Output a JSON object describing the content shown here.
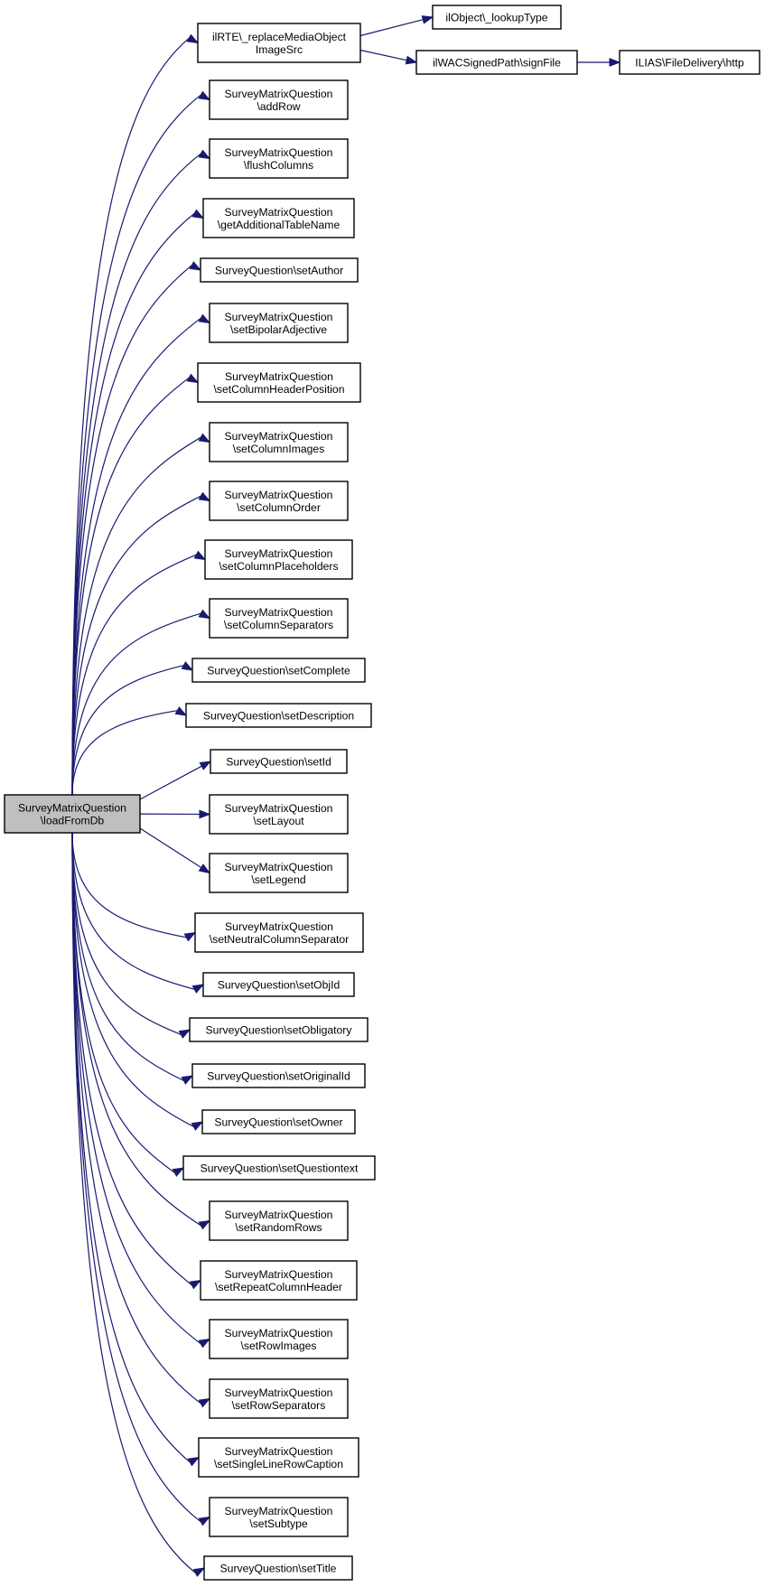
{
  "diagram": {
    "type": "call-graph",
    "colors": {
      "edge": "#191970",
      "root_fill": "#bfbfbf",
      "node_fill": "#ffffff",
      "border": "#000000"
    },
    "nodes": [
      {
        "id": "root",
        "lines": [
          "SurveyMatrixQuestion",
          "\\loadFromDb"
        ],
        "highlighted": true
      },
      {
        "id": "n_rte",
        "lines": [
          "ilRTE\\_replaceMediaObject",
          "ImageSrc"
        ]
      },
      {
        "id": "n_lookup",
        "lines": [
          "ilObject\\_lookupType"
        ]
      },
      {
        "id": "n_signfile",
        "lines": [
          "ilWACSignedPath\\signFile"
        ]
      },
      {
        "id": "n_http",
        "lines": [
          "ILIAS\\FileDelivery\\http"
        ]
      },
      {
        "id": "n_addrow",
        "lines": [
          "SurveyMatrixQuestion",
          "\\addRow"
        ]
      },
      {
        "id": "n_flushcolumns",
        "lines": [
          "SurveyMatrixQuestion",
          "\\flushColumns"
        ]
      },
      {
        "id": "n_gettable",
        "lines": [
          "SurveyMatrixQuestion",
          "\\getAdditionalTableName"
        ]
      },
      {
        "id": "n_setauthor",
        "lines": [
          "SurveyQuestion\\setAuthor"
        ]
      },
      {
        "id": "n_bipolar",
        "lines": [
          "SurveyMatrixQuestion",
          "\\setBipolarAdjective"
        ]
      },
      {
        "id": "n_colheaderpos",
        "lines": [
          "SurveyMatrixQuestion",
          "\\setColumnHeaderPosition"
        ]
      },
      {
        "id": "n_colimages",
        "lines": [
          "SurveyMatrixQuestion",
          "\\setColumnImages"
        ]
      },
      {
        "id": "n_colorder",
        "lines": [
          "SurveyMatrixQuestion",
          "\\setColumnOrder"
        ]
      },
      {
        "id": "n_colplaceholders",
        "lines": [
          "SurveyMatrixQuestion",
          "\\setColumnPlaceholders"
        ]
      },
      {
        "id": "n_colseparators",
        "lines": [
          "SurveyMatrixQuestion",
          "\\setColumnSeparators"
        ]
      },
      {
        "id": "n_complete",
        "lines": [
          "SurveyQuestion\\setComplete"
        ]
      },
      {
        "id": "n_description",
        "lines": [
          "SurveyQuestion\\setDescription"
        ]
      },
      {
        "id": "n_setid",
        "lines": [
          "SurveyQuestion\\setId"
        ]
      },
      {
        "id": "n_layout",
        "lines": [
          "SurveyMatrixQuestion",
          "\\setLayout"
        ]
      },
      {
        "id": "n_legend",
        "lines": [
          "SurveyMatrixQuestion",
          "\\setLegend"
        ]
      },
      {
        "id": "n_neutralsep",
        "lines": [
          "SurveyMatrixQuestion",
          "\\setNeutralColumnSeparator"
        ]
      },
      {
        "id": "n_objid",
        "lines": [
          "SurveyQuestion\\setObjId"
        ]
      },
      {
        "id": "n_obligatory",
        "lines": [
          "SurveyQuestion\\setObligatory"
        ]
      },
      {
        "id": "n_originalid",
        "lines": [
          "SurveyQuestion\\setOriginalId"
        ]
      },
      {
        "id": "n_owner",
        "lines": [
          "SurveyQuestion\\setOwner"
        ]
      },
      {
        "id": "n_questiontext",
        "lines": [
          "SurveyQuestion\\setQuestiontext"
        ]
      },
      {
        "id": "n_randomrows",
        "lines": [
          "SurveyMatrixQuestion",
          "\\setRandomRows"
        ]
      },
      {
        "id": "n_repeatheader",
        "lines": [
          "SurveyMatrixQuestion",
          "\\setRepeatColumnHeader"
        ]
      },
      {
        "id": "n_rowimages",
        "lines": [
          "SurveyMatrixQuestion",
          "\\setRowImages"
        ]
      },
      {
        "id": "n_rowseparators",
        "lines": [
          "SurveyMatrixQuestion",
          "\\setRowSeparators"
        ]
      },
      {
        "id": "n_singleline",
        "lines": [
          "SurveyMatrixQuestion",
          "\\setSingleLineRowCaption"
        ]
      },
      {
        "id": "n_subtype",
        "lines": [
          "SurveyMatrixQuestion",
          "\\setSubtype"
        ]
      },
      {
        "id": "n_title",
        "lines": [
          "SurveyQuestion\\setTitle"
        ]
      }
    ],
    "edges": [
      [
        "root",
        "n_rte"
      ],
      [
        "n_rte",
        "n_lookup"
      ],
      [
        "n_rte",
        "n_signfile"
      ],
      [
        "n_signfile",
        "n_http"
      ],
      [
        "root",
        "n_addrow"
      ],
      [
        "root",
        "n_flushcolumns"
      ],
      [
        "root",
        "n_gettable"
      ],
      [
        "root",
        "n_setauthor"
      ],
      [
        "root",
        "n_bipolar"
      ],
      [
        "root",
        "n_colheaderpos"
      ],
      [
        "root",
        "n_colimages"
      ],
      [
        "root",
        "n_colorder"
      ],
      [
        "root",
        "n_colplaceholders"
      ],
      [
        "root",
        "n_colseparators"
      ],
      [
        "root",
        "n_complete"
      ],
      [
        "root",
        "n_description"
      ],
      [
        "root",
        "n_setid"
      ],
      [
        "root",
        "n_layout"
      ],
      [
        "root",
        "n_legend"
      ],
      [
        "root",
        "n_neutralsep"
      ],
      [
        "root",
        "n_objid"
      ],
      [
        "root",
        "n_obligatory"
      ],
      [
        "root",
        "n_originalid"
      ],
      [
        "root",
        "n_owner"
      ],
      [
        "root",
        "n_questiontext"
      ],
      [
        "root",
        "n_randomrows"
      ],
      [
        "root",
        "n_repeatheader"
      ],
      [
        "root",
        "n_rowimages"
      ],
      [
        "root",
        "n_rowseparators"
      ],
      [
        "root",
        "n_singleline"
      ],
      [
        "root",
        "n_subtype"
      ],
      [
        "root",
        "n_title"
      ]
    ]
  }
}
